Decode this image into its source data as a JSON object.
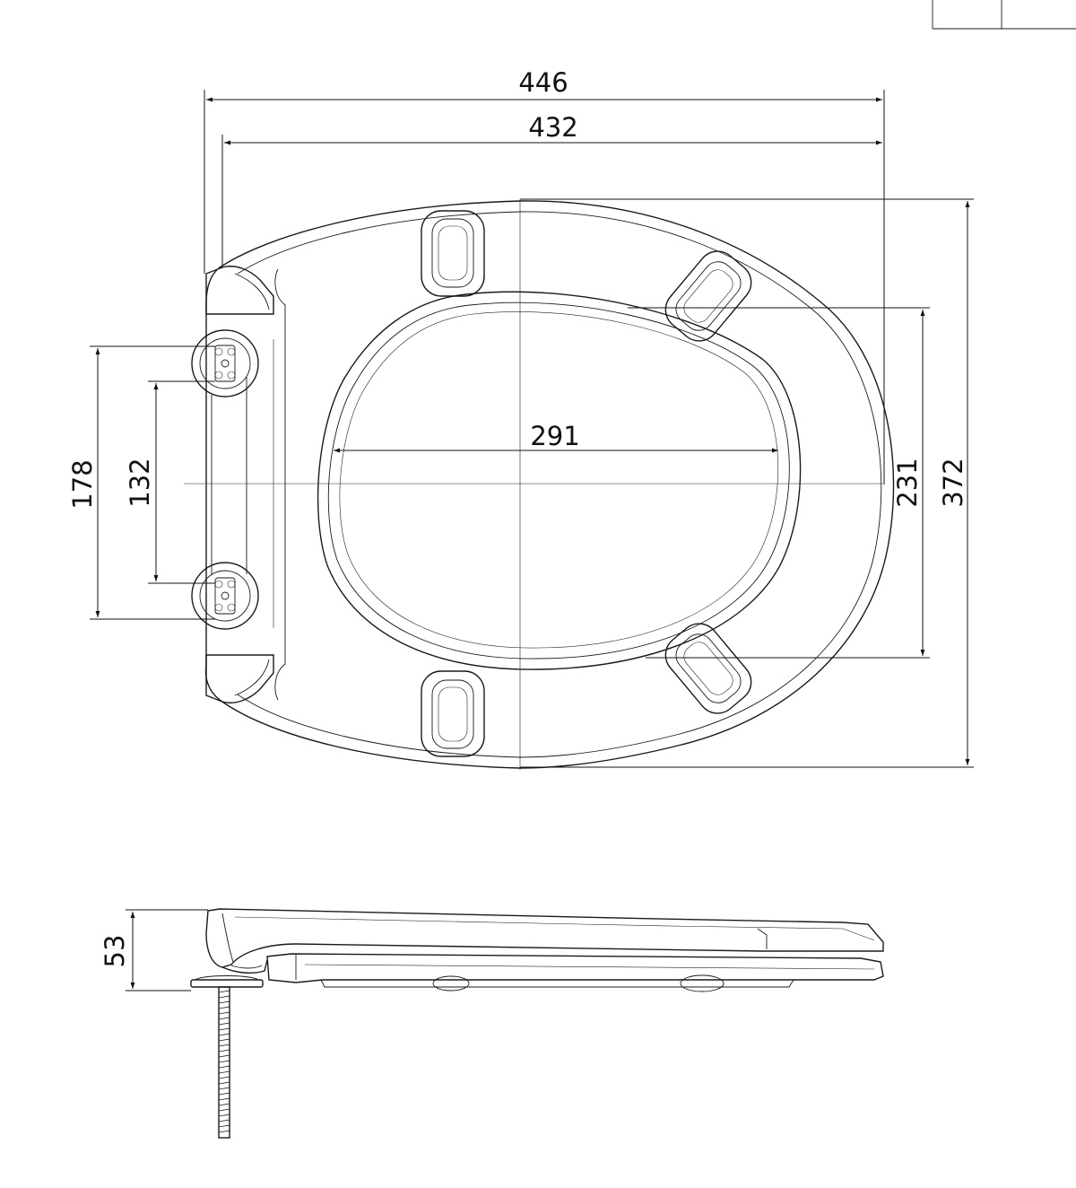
{
  "dimensions": {
    "overall_width": "446",
    "outer_width": "432",
    "opening_width": "291",
    "hinge_outer_spacing": "178",
    "hinge_inner_spacing": "132",
    "bumper_spacing": "231",
    "overall_length": "372",
    "height": "53"
  },
  "colors": {
    "line": "#1a1a1a",
    "background": "#ffffff"
  }
}
